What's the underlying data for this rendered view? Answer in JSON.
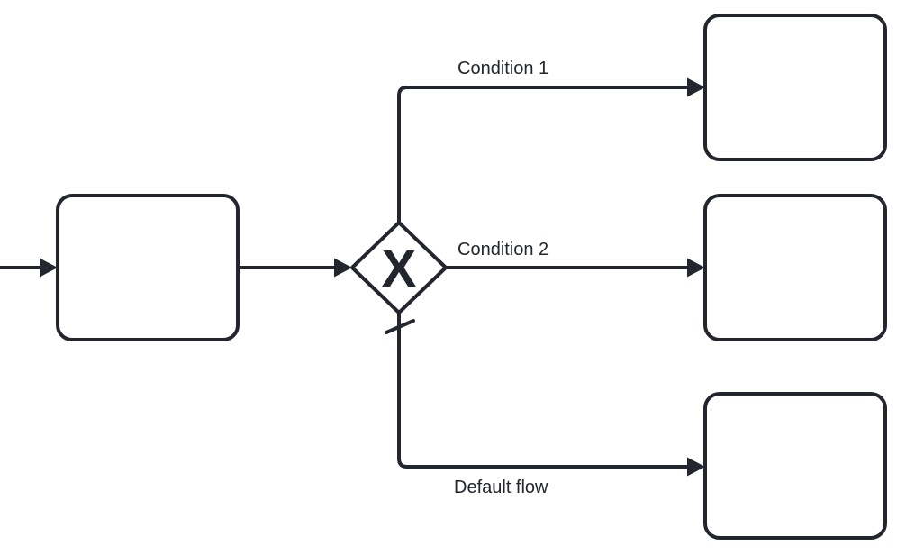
{
  "diagram": {
    "type": "bpmn-flowchart",
    "background_color": "#ffffff",
    "stroke_color": "#23262e",
    "node_fill_color": "#ffffff",
    "nodes": {
      "task_left": {
        "label": ""
      },
      "gateway": {
        "kind": "exclusive-gateway",
        "marker": "X"
      },
      "task_top_right": {
        "label": ""
      },
      "task_middle_right": {
        "label": ""
      },
      "task_bottom_right": {
        "label": ""
      }
    },
    "edges": {
      "condition1": {
        "label": "Condition 1"
      },
      "condition2": {
        "label": "Condition 2"
      },
      "default_flow": {
        "label": "Default flow",
        "marker": "default-flow-slash"
      }
    }
  }
}
